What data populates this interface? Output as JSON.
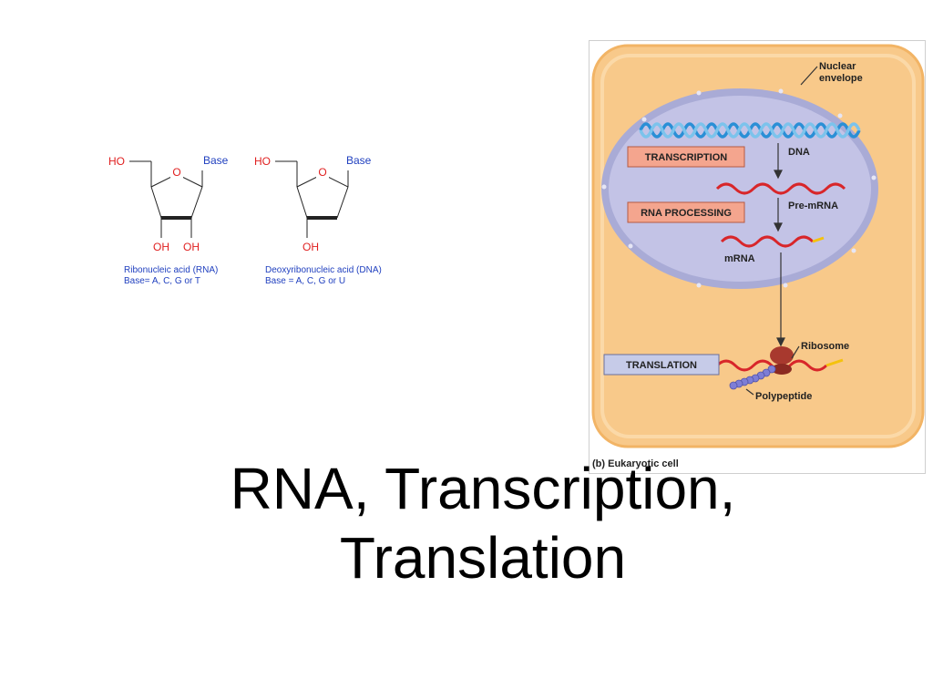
{
  "slide": {
    "title_line1": "RNA, Transcription,",
    "title_line2": "Translation"
  },
  "sugar_diagram": {
    "rna": {
      "ho": "HO",
      "ring_o": "O",
      "base": "Base",
      "oh_left": "OH",
      "oh_right": "OH",
      "caption_line1": "Ribonucleic acid (RNA)",
      "caption_line2": "Base= A, C, G or T"
    },
    "dna": {
      "ho": "HO",
      "ring_o": "O",
      "base": "Base",
      "oh": "OH",
      "caption_line1": "Deoxyribonucleic acid (DNA)",
      "caption_line2": "Base = A, C, G or U"
    }
  },
  "cell_diagram": {
    "nuclear_envelope_line1": "Nuclear",
    "nuclear_envelope_line2": "envelope",
    "dna": "DNA",
    "transcription": "TRANSCRIPTION",
    "pre_mrna": "Pre-mRNA",
    "rna_processing": "RNA PROCESSING",
    "mrna": "mRNA",
    "ribosome": "Ribosome",
    "translation": "TRANSLATION",
    "polypeptide": "Polypeptide",
    "caption": "(b) Eukaryotic cell"
  },
  "colors": {
    "cell_fill": "#f8c98a",
    "cell_border": "#f2b465",
    "nucleus_fill": "#c3c3e6",
    "nucleus_border": "#a9abd6",
    "dna_blue": "#2a8fd6",
    "rna_red": "#d8262a",
    "label_salmon": "#f4a58e",
    "label_lavender": "#c6cbe8",
    "sugar_red": "#e02020",
    "sugar_blue": "#1f3fbf"
  }
}
